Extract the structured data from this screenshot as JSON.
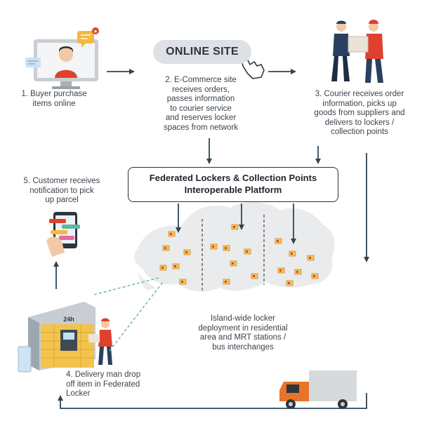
{
  "steps": {
    "step1": [
      "1. Buyer purchase",
      "items online"
    ],
    "step2": [
      "2. E-Commerce site",
      "receives orders,",
      "passes information",
      "to courier service",
      "and reserves locker",
      "spaces from network"
    ],
    "step3": [
      "3. Courier receives order",
      "information, picks up",
      "goods from suppliers and",
      "delivers  to lockers /",
      "collection points"
    ],
    "step4": [
      "4. Delivery man drop",
      "off item in Federated",
      "Locker"
    ],
    "step5": [
      "5. Customer receives",
      "notification to pick",
      "up parcel"
    ]
  },
  "online_site": "ONLINE SITE",
  "platform": [
    "Federated Lockers & Collection Points",
    "Interoperable Platform"
  ],
  "map_caption": [
    "Island-wide locker",
    "deployment in residential",
    "area and MRT stations /",
    "bus interchanges"
  ],
  "locker_sign": "24h",
  "colors": {
    "accent_red": "#e0412f",
    "locker_yellow": "#f2c44e",
    "truck_orange": "#e8742a",
    "arrow": "#2f4556",
    "map_grey": "#e9ebed",
    "dashed_teal": "#5fb7a4"
  },
  "icons": [
    "computer-person-icon",
    "chat-bubble-icon",
    "hand-cursor-icon",
    "courier-handoff-icon",
    "phone-notification-icon",
    "locker-icon",
    "delivery-man-icon",
    "truck-icon",
    "map-icon"
  ]
}
